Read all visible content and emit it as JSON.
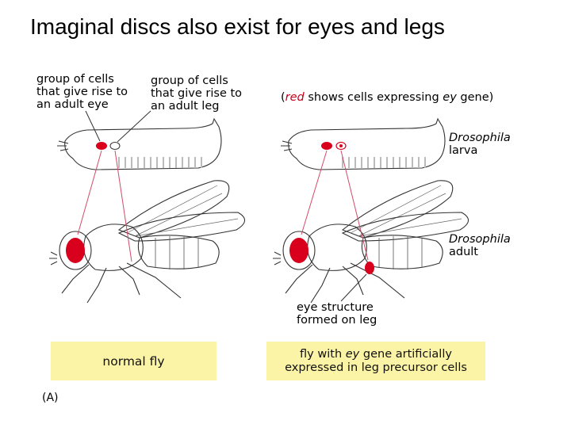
{
  "title": "Imaginal discs also exist for eyes and legs",
  "labels": {
    "eye_disc": [
      "group of cells",
      "that give rise to",
      "an adult eye"
    ],
    "leg_disc": [
      "group of cells",
      "that give rise to",
      "an adult leg"
    ],
    "legend": {
      "open": "(",
      "red_word": "red",
      "rest_before": " shows cells expressing ",
      "gene": "ey",
      "rest_after": " gene)"
    },
    "larva": {
      "genus": "Drosophila",
      "stage": "larva"
    },
    "adult": {
      "genus": "Drosophila",
      "stage": "adult"
    },
    "eye_on_leg": [
      "eye structure",
      "formed on leg"
    ]
  },
  "captions": {
    "left": "normal fly",
    "right": {
      "line1_before": "fly with ",
      "line1_gene": "ey",
      "line1_after": " gene artificially",
      "line2": "expressed in leg precursor cells"
    }
  },
  "panel_letter": "(A)",
  "colors": {
    "caption_bg": "#fbf3a6",
    "expression_red": "#d8001c",
    "arrow": "#d44a6a"
  }
}
